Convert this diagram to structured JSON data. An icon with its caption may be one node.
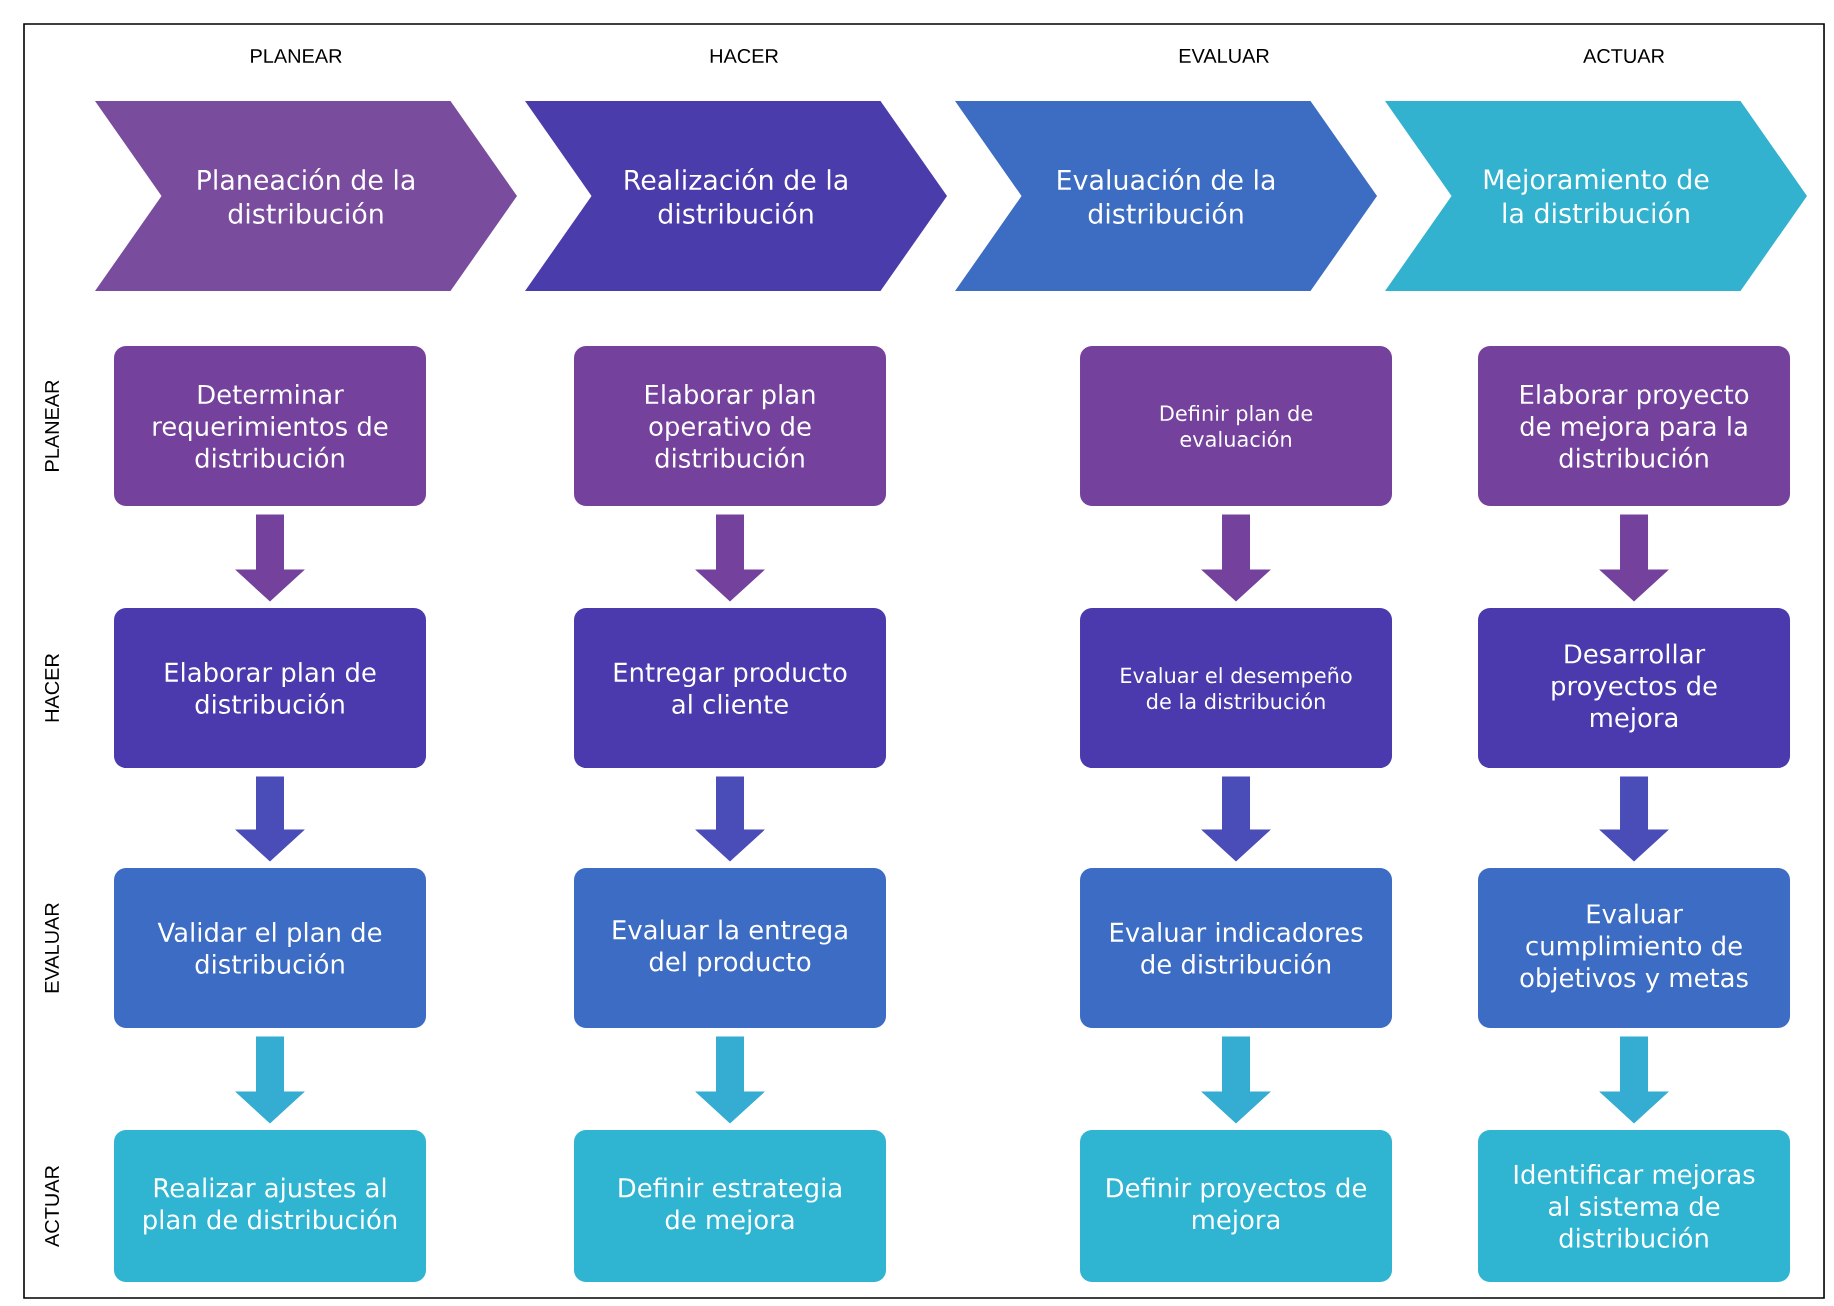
{
  "diagram": {
    "nodes": [
      {
        "text": [
          "Planeación de la distribución"
        ]
      },
      {
        "text": [
          "Realización de la distribución"
        ]
      },
      {
        "text": [
          "Evaluación de la distribución"
        ]
      },
      {
        "text": [
          "Mejoramiento de la distribución"
        ]
      },
      {
        "text": [
          "Determinar requerimientos de distribución"
        ]
      },
      {
        "text": [
          "Elaborar plan operativo de distribución"
        ]
      },
      {
        "text": [
          "Definir plan de evaluación"
        ]
      },
      {
        "text": [
          "Elaborar proyecto de mejora para la distribución"
        ]
      },
      {
        "text": [
          "Elaborar plan de distribución"
        ]
      },
      {
        "text": [
          "Entregar producto al cliente"
        ]
      },
      {
        "text": [
          "Evaluar el desempeño de la distribución"
        ]
      },
      {
        "text": [
          "Desarrollar proyectos de mejora"
        ]
      },
      {
        "text": [
          "Validar el plan de distribución"
        ]
      },
      {
        "text": [
          "Evaluar la entrega del producto"
        ]
      },
      {
        "text": [
          "Evaluar indicadores de distribución"
        ]
      },
      {
        "text": [
          "Evaluar cumplimiento de objetivos y metas"
        ]
      },
      {
        "text": [
          "Realizar ajustes al plan de distribución"
        ]
      },
      {
        "text": [
          "Definir estrategia de mejora"
        ]
      },
      {
        "text": [
          "Definir proyectos de mejora"
        ]
      },
      {
        "text": [
          "Identificar mejoras al sistema de distribución"
        ]
      }
    ],
    "edges": [
      {
        "from": 4,
        "to": 8,
        "arrow": "to",
        "color": "#74429c"
      },
      {
        "from": 5,
        "to": 9,
        "arrow": "to",
        "color": "#74429c"
      },
      {
        "from": 6,
        "to": 10,
        "arrow": "to",
        "color": "#74429c"
      },
      {
        "from": 7,
        "to": 11,
        "arrow": "to",
        "color": "#74429c"
      },
      {
        "from": 8,
        "to": 12,
        "arrow": "to",
        "color": "#4a4cb8"
      },
      {
        "from": 9,
        "to": 13,
        "arrow": "to",
        "color": "#4a4cb8"
      },
      {
        "from": 10,
        "to": 14,
        "arrow": "to",
        "color": "#4a4cb8"
      },
      {
        "from": 11,
        "to": 15,
        "arrow": "to",
        "color": "#4a4cb8"
      },
      {
        "from": 12,
        "to": 16,
        "arrow": "to",
        "color": "#35acd2"
      },
      {
        "from": 13,
        "to": 17,
        "arrow": "to",
        "color": "#35acd2"
      },
      {
        "from": 14,
        "to": 18,
        "arrow": "to",
        "color": "#35acd2"
      },
      {
        "from": 15,
        "to": 19,
        "arrow": "to",
        "color": "#35acd2"
      }
    ],
    "labels": [
      "PLANEAR",
      "HACER",
      "EVALUAR",
      "ACTUAR",
      "PLANEAR",
      "HACER",
      "EVALUAR",
      "ACTUAR"
    ]
  }
}
